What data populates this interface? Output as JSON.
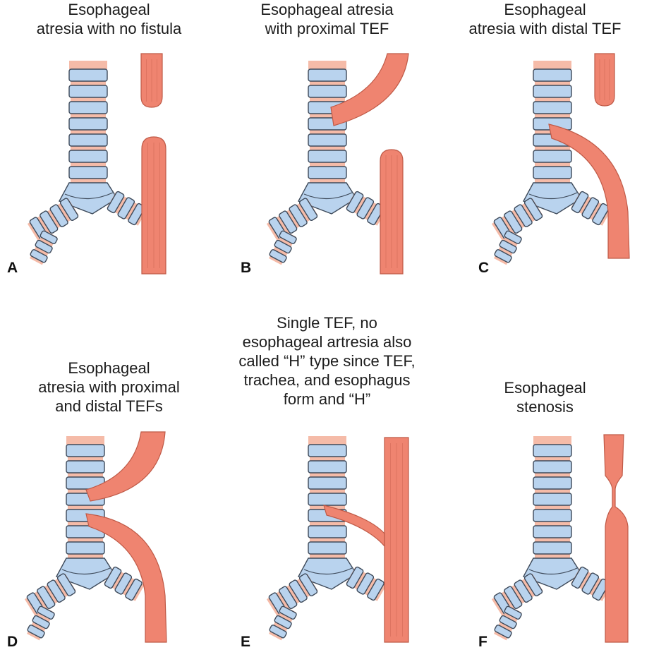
{
  "colors": {
    "ring": "#b9d3ee",
    "ring_stroke": "#3e4a5a",
    "gap": "#f5bba8",
    "esophagus": "#ef8470",
    "esophagus_light": "#f7a18e",
    "esophagus_stroke": "#bf5a47"
  },
  "panels": [
    {
      "letter": "A",
      "title": [
        "Esophageal",
        "atresia with no fistula"
      ],
      "variant": "no-fistula"
    },
    {
      "letter": "B",
      "title": [
        "Esophageal atresia",
        "with proximal TEF"
      ],
      "variant": "proximal-tef"
    },
    {
      "letter": "C",
      "title": [
        "Esophageal",
        "atresia with distal TEF"
      ],
      "variant": "distal-tef"
    },
    {
      "letter": "D",
      "title": [
        "Esophageal",
        "atresia with proximal",
        "and distal TEFs"
      ],
      "variant": "proximal-distal-tef"
    },
    {
      "letter": "E",
      "title": [
        "Single TEF, no",
        "esophageal artresia also",
        "called “H” type since TEF,",
        "trachea, and esophagus",
        "form and “H”"
      ],
      "variant": "h-type"
    },
    {
      "letter": "F",
      "title": [
        "Esophageal",
        "stenosis"
      ],
      "variant": "stenosis"
    }
  ]
}
